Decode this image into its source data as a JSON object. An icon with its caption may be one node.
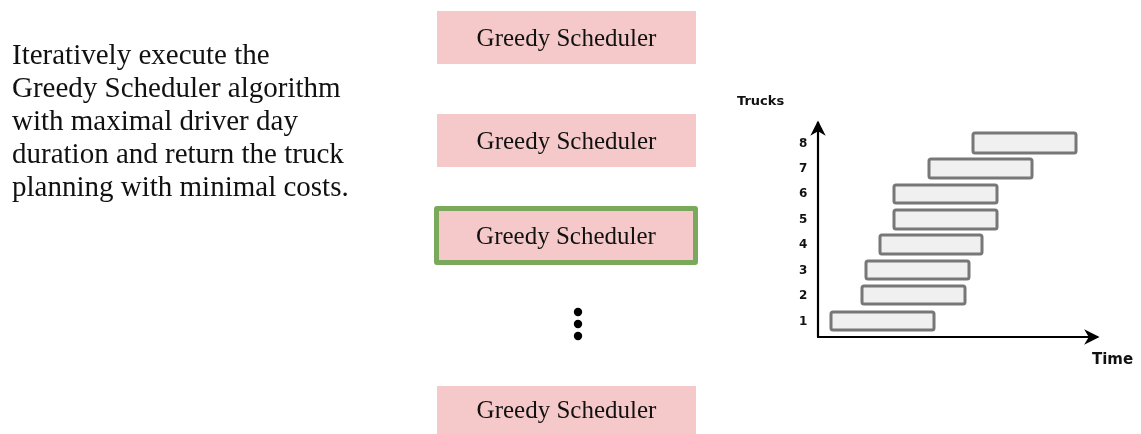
{
  "diagram": {
    "nodes": [
      {
        "text": [
          "Greedy Scheduler"
        ]
      },
      {
        "text": [
          "Greedy Scheduler"
        ]
      },
      {
        "text": [
          "Greedy Scheduler"
        ]
      },
      {
        "text": [
          "Greedy Scheduler"
        ]
      }
    ],
    "labels": [
      "Iteratively execute the Greedy Scheduler algorithm with maximal driver day duration and return the truck planning with minimal costs.",
      "Trucks",
      "8",
      "7",
      "6",
      "5",
      "4",
      "3",
      "2",
      "1",
      "Time"
    ]
  }
}
